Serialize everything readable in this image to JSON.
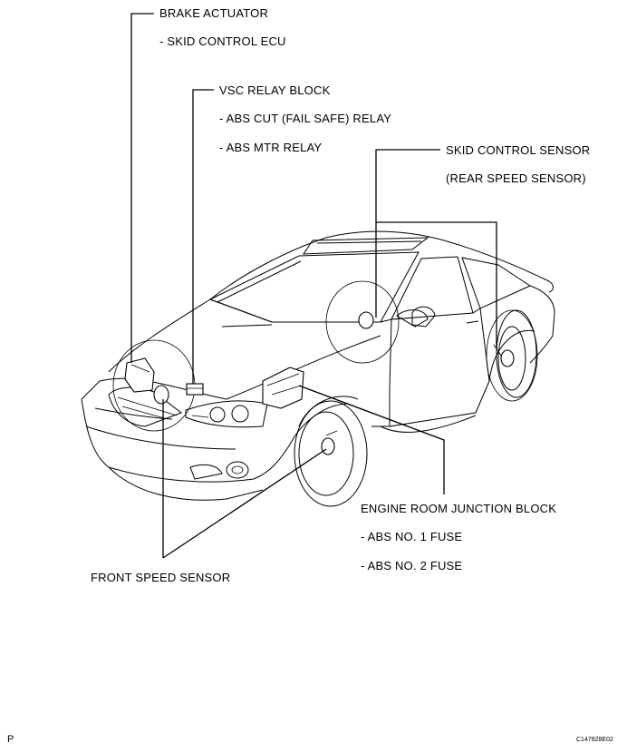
{
  "labels": {
    "brake_actuator": "BRAKE ACTUATOR",
    "skid_control_ecu": "- SKID CONTROL ECU",
    "vsc_relay_block": "VSC RELAY BLOCK",
    "abs_cut_relay": "- ABS CUT (FAIL SAFE) RELAY",
    "abs_mtr_relay": "- ABS MTR RELAY",
    "skid_control_sensor": "SKID CONTROL SENSOR",
    "rear_speed_sensor": "(REAR SPEED SENSOR)",
    "engine_room_junction_block": "ENGINE ROOM JUNCTION BLOCK",
    "abs_no1_fuse": "- ABS NO. 1 FUSE",
    "abs_no2_fuse": "- ABS NO. 2 FUSE",
    "front_speed_sensor": "FRONT SPEED SENSOR"
  },
  "footer": {
    "page_marker": "P",
    "figure_code": "C147828E02"
  }
}
